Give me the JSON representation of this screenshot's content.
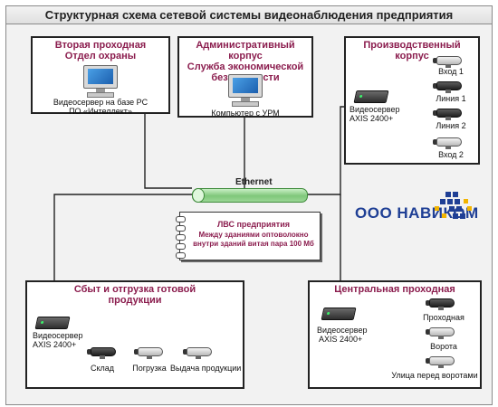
{
  "title": "Структурная схема сетевой системы видеонаблюдения предприятия",
  "boxes": {
    "security": {
      "title_line1": "Вторая проходная",
      "title_line2": "Отдел охраны",
      "computer_label_line1": "Видеосервер на базе PC",
      "computer_label_line2": "ПО «Интеллект»"
    },
    "admin": {
      "title_line1": "Административный корпус",
      "title_line2": "Служба экономической",
      "title_line3": "безопасности",
      "computer_label": "Компьютер с УРМ"
    },
    "production": {
      "title": "Производственный корпус",
      "server_label_line1": "Видеосервер",
      "server_label_line2": "AXIS 2400+",
      "cameras": [
        "Вход 1",
        "Линия 1",
        "Линия 2",
        "Вход 2"
      ]
    },
    "sales": {
      "title_line1": "Сбыт и отгрузка готовой",
      "title_line2": "продукции",
      "server_label_line1": "Видеосервер",
      "server_label_line2": "AXIS 2400+",
      "cameras": [
        "Склад",
        "Погрузка",
        "Выдача продукции"
      ]
    },
    "central": {
      "title": "Центральная проходная",
      "server_label_line1": "Видеосервер",
      "server_label_line2": "AXIS 2400+",
      "cameras": [
        "Проходная",
        "Ворота",
        "Улица перед воротами"
      ]
    }
  },
  "network": {
    "ethernet_label": "Ethernet",
    "note_title": "ЛВС предприятия",
    "note_line1": "Между зданиями оптоволокно",
    "note_line2": "внутри зданий витая пара 100 Мб"
  },
  "logo": {
    "text": "ООО НАВИКОМ"
  },
  "colors": {
    "box_title": "#8b1d4e",
    "logo": "#1f3f95",
    "ethernet": "#7fc77a",
    "line": "#222222"
  },
  "icons": {
    "computer": "computer-monitor-icon",
    "server": "video-server-icon",
    "camera": "camera-icon",
    "notepad": "notepad-icon",
    "logo_mark": "navikom-logo-mark"
  }
}
